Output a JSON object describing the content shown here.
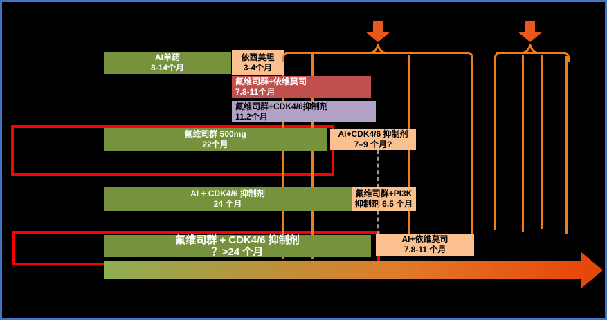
{
  "frame": {
    "background": "#000000",
    "border_color": "#4472C4",
    "description": "内分泌治疗方案持续时间时间轴图"
  },
  "colors": {
    "background": "#000000",
    "border_blue": "#4472C4",
    "green": "#76923C",
    "peach": "#FAC090",
    "dark_red": "#C0504D",
    "purple": "#B2A2C7",
    "accent_orange": "#E8581C",
    "line_orange": "#F07D1A",
    "highlight_red": "#FE0000",
    "dash_gray": "#9A9A9A",
    "grad_start": "#8FAE53",
    "grad_mid": "#E07B28",
    "grad_end": "#E8470B"
  },
  "icons": {
    "top_arrow_1": "down-arrow-icon",
    "top_arrow_2": "down-arrow-icon"
  },
  "bars": {
    "ai_mono": {
      "line1": "AI单药",
      "line2": "8-14个月"
    },
    "exemestane": {
      "line1": "依西美坦",
      "line2": "3-4个月"
    },
    "fulv_everolimus": {
      "line1": "氟维司群+依维莫司",
      "line2": "7.8-11个月"
    },
    "fulv_cdk46": {
      "line1": "氟维司群+CDK4/6抑制剂",
      "line2": "11.2个月"
    },
    "fulv_500": {
      "line1": "氟维司群 500mg",
      "line2": "22个月"
    },
    "ai_cdk46_q": {
      "line1": "AI+CDK4/6  抑制剂",
      "line2": "7–9 个月?"
    },
    "ai_cdk46_24": {
      "line1": "AI + CDK4/6 抑制剂",
      "line2": "24 个月"
    },
    "fulv_pi3k": {
      "line1": "氟维司群+PI3K",
      "line2": "抑制剂 6.5 个月"
    },
    "fulv_cdk46_24plus": {
      "line1": "氟维司群 + CDK4/6 抑制剂",
      "line2": "？>24 个月"
    },
    "ai_everolimus": {
      "line1": "AI+依维莫司",
      "line2": "7.8-11 个月"
    }
  }
}
